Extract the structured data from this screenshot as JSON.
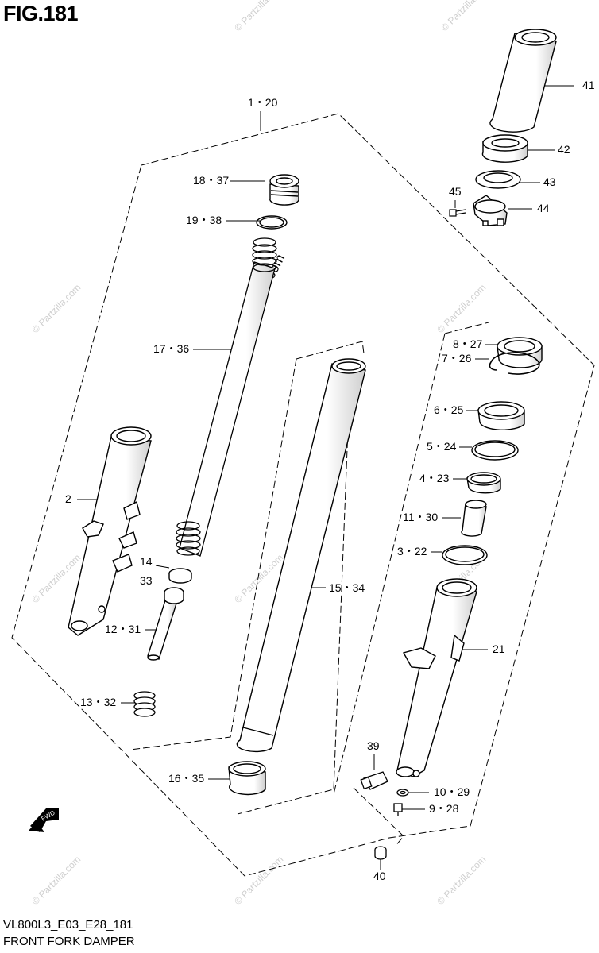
{
  "figure": {
    "title": "FIG.181"
  },
  "footer": {
    "code": "VL800L3_E03_E28_181",
    "name": "FRONT FORK DAMPER"
  },
  "watermark": "© Partzilla.com",
  "fwd_label": "FWD",
  "callouts": {
    "c1_20": "1・20",
    "c2": "2",
    "c3_22": "3・22",
    "c4_23": "4・23",
    "c5_24": "5・24",
    "c6_25": "6・25",
    "c7_26": "7・26",
    "c8_27": "8・27",
    "c9_28": "9・28",
    "c10_29": "10・29",
    "c11_30": "11・30",
    "c12_31": "12・31",
    "c13_32": "13・32",
    "c14": "14",
    "c33": "33",
    "c15_34": "15・34",
    "c16_35": "16・35",
    "c17_36": "17・36",
    "c18_37": "18・37",
    "c19_38": "19・38",
    "c21": "21",
    "c39": "39",
    "c40": "40",
    "c41": "41",
    "c42": "42",
    "c43": "43",
    "c44": "44",
    "c45": "45"
  },
  "colors": {
    "line": "#000000",
    "watermark": "#cfcfcf"
  }
}
